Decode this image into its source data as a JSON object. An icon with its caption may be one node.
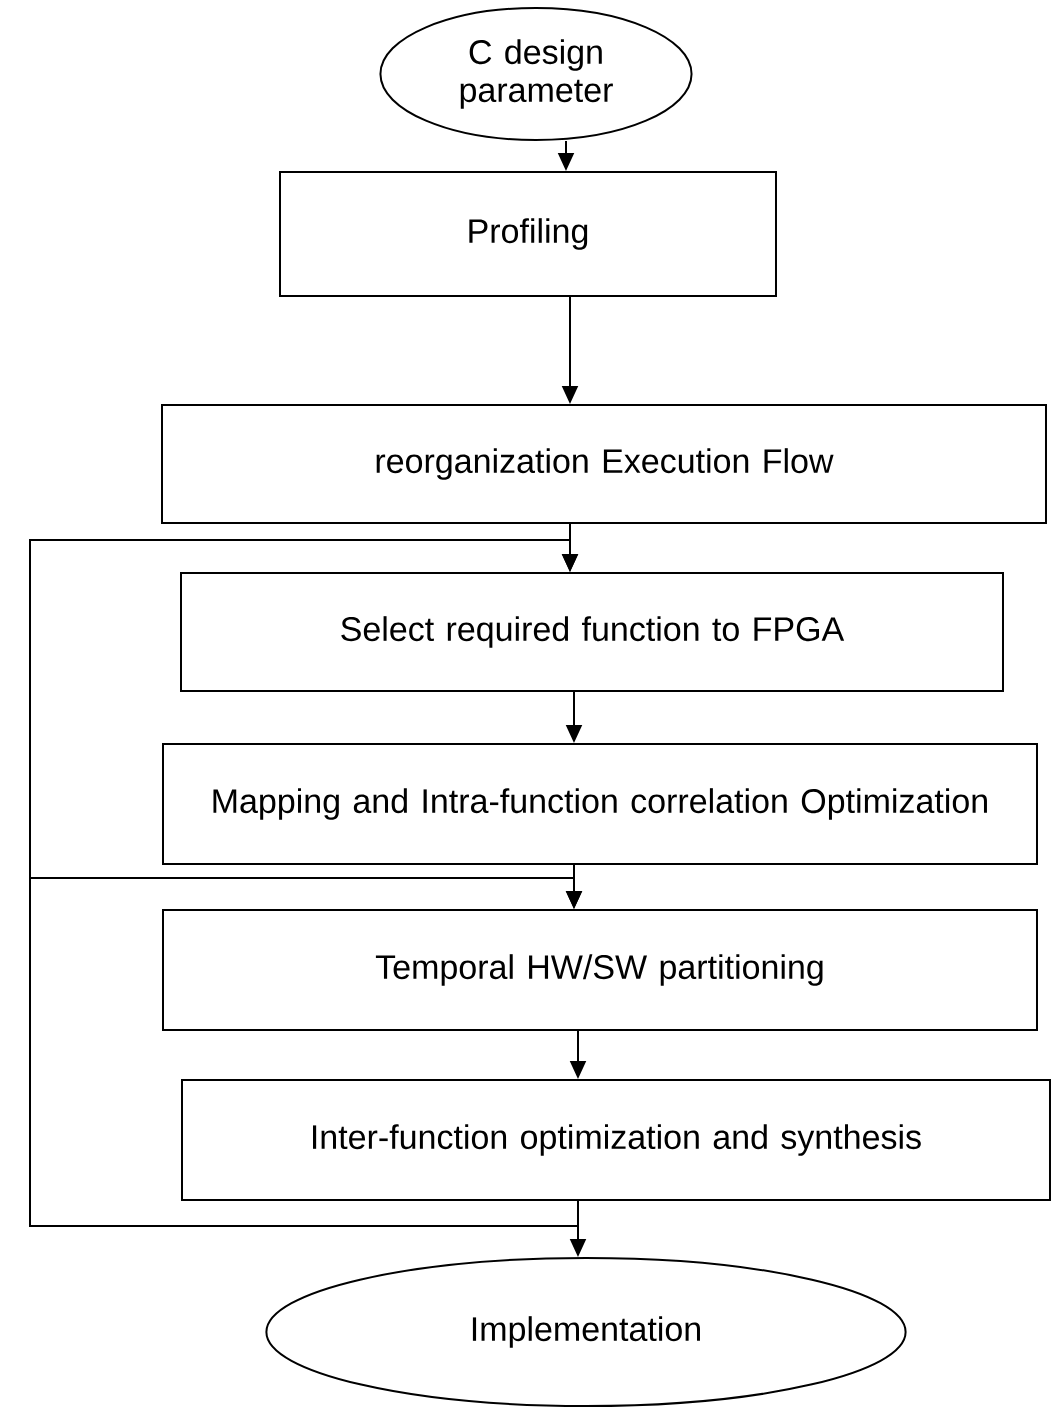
{
  "diagram": {
    "nodes": [
      {
        "text": [
          "C design parameter"
        ]
      },
      {
        "text": [
          "Profiling"
        ]
      },
      {
        "text": [
          "reorganization Execution Flow"
        ]
      },
      {
        "text": [
          "Select required function to FPGA"
        ]
      },
      {
        "text": [
          "Mapping and Intra-function correlation Optimization"
        ]
      },
      {
        "text": [
          "Temporal HW/SW partitioning"
        ]
      },
      {
        "text": [
          "Inter-function optimization and synthesis"
        ]
      },
      {
        "text": [
          "Implementation"
        ]
      }
    ],
    "edges": [
      {
        "from": 0,
        "to": 1,
        "arrow": "to"
      },
      {
        "from": 1,
        "to": 2,
        "arrow": "to"
      },
      {
        "from": 2,
        "to": 3,
        "arrow": "to"
      },
      {
        "from": 3,
        "to": 4,
        "arrow": "to"
      },
      {
        "from": 4,
        "to": 5,
        "arrow": "to"
      },
      {
        "from": 5,
        "to": 6,
        "arrow": "to"
      },
      {
        "from": 6,
        "to": 7,
        "arrow": "to"
      },
      {
        "from": 6,
        "to": 3,
        "arrow": "to"
      },
      {
        "from": 6,
        "to": 5,
        "arrow": "to"
      }
    ]
  }
}
